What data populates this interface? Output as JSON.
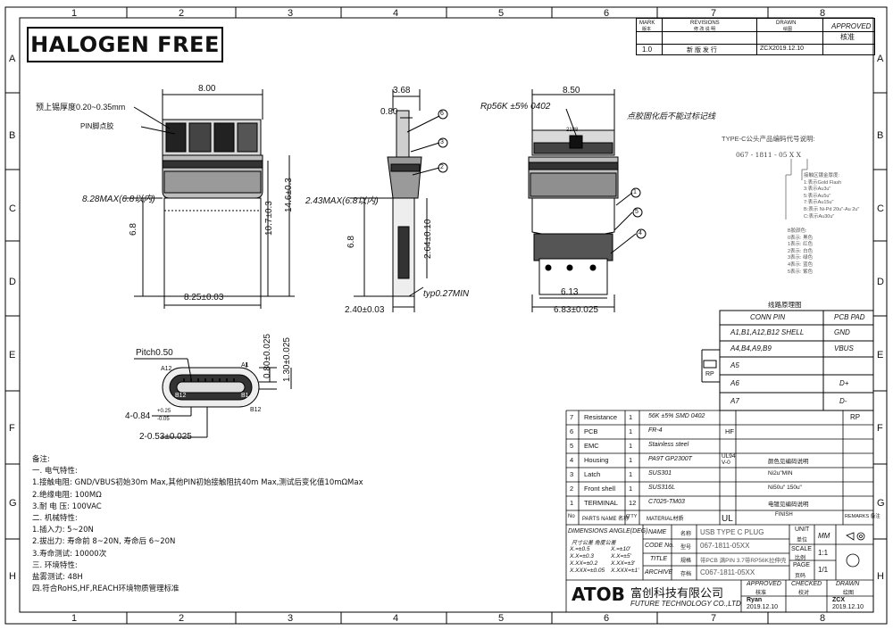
{
  "border": {
    "cols": [
      "1",
      "2",
      "3",
      "4",
      "5",
      "6",
      "7",
      "8"
    ],
    "rows": [
      "A",
      "B",
      "C",
      "D",
      "E",
      "F",
      "G",
      "H"
    ]
  },
  "banner": "HALOGEN FREE",
  "revisions": {
    "h_mark": "MARK",
    "h_mark_cn": "版本",
    "h_rev": "REVISIONS",
    "h_rev_cn": "修 改 说 明",
    "h_drawn": "DRAWN",
    "h_drawn_cn": "绘图",
    "h_approved": "APPROVED",
    "h_approved_cn": "核准",
    "mark": "1.0",
    "desc": "新 版 发 行",
    "drawn": "ZCX2019.12.10"
  },
  "front": {
    "width": "8.00",
    "label1": "预上锡厚度0.20~0.35mm",
    "label2": "PIN脚点胶",
    "h828": "8.28MAX(6.8以内)",
    "d68": "6.8",
    "d107": "10.7±0.3",
    "d146": "14.6±0.3",
    "d825": "8.25±0.03"
  },
  "side": {
    "w368": "3.68",
    "w080": "0.80",
    "h243": "2.43MAX(6.8以内)",
    "d68": "6.8",
    "d264": "2.64±0.10",
    "typ": "typ0.27MIN",
    "d240": "2.40±0.03",
    "b6": "6",
    "b3": "3",
    "b2": "2"
  },
  "back": {
    "rp": "Rp56K ±5% 0402",
    "w850": "8.50",
    "note": "点胶固化后不能过标记线",
    "code": "2188",
    "d613": "6.13",
    "d683": "6.83±0.025",
    "b1": "1",
    "b5": "5",
    "b4": "4"
  },
  "typec": {
    "title": "TYPE-C公头产品编码代号说明:",
    "code": "067 - 1811 - 05 X   X",
    "a": [
      "接触区镀金厚度:",
      "1:表示Gold Flash",
      "3:表示Au3u\"",
      "5:表示Au5u\"",
      "7:表示Au15u\"",
      "B:表示 Ni-Pd 20u\"-Au 2u\"",
      "C:表示Au30u\""
    ],
    "b": [
      "B胶颜色:",
      "0表示: 黑色",
      "1表示: 红色",
      "2表示: 白色",
      "3表示: 绿色",
      "4表示: 蓝色",
      "5表示: 紫色"
    ]
  },
  "circuit": {
    "title": "线路原理图",
    "h1": "CONN PIN",
    "h2": "PCB PAD",
    "rows": [
      {
        "pin": "A1,B1,A12,B12 SHELL",
        "pad": "GND"
      },
      {
        "pin": "A4,B4,A9,B9",
        "pad": "VBUS"
      },
      {
        "pin": "A5",
        "pad": ""
      },
      {
        "pin": "A6",
        "pad": "D+"
      },
      {
        "pin": "A7",
        "pad": "D-"
      }
    ],
    "rp": "RP"
  },
  "plug": {
    "pitch": "Pitch0.50",
    "a12": "A12",
    "a1": "A1",
    "b12": "B12",
    "b1": "B1",
    "d080": "0.80±0.025",
    "d130": "1.30±0.025",
    "d4": "4-0.84",
    "d4tol1": "+0.25",
    "d4tol2": "-0.05",
    "d2": "2-0.53±0.025"
  },
  "notes": [
    "备注:",
    "一. 电气特性:",
    "1.接触电阻: GND/VBUS初始30m  Max,其他PIN初始接触阻抗40m  Max,测试后变化值10mΩMax",
    "2.绝缘电阻: 100MΩ",
    "3.耐 电 压: 100VAC",
    "二. 机械特性:",
    "1.插入力: 5~20N",
    "2.拔出力: 寿命前 8~20N, 寿命后 6~20N",
    "3.寿命测试: 10000次",
    "三. 环境特性:",
    "   盐雾测试: 48H",
    "四.符合RoHS,HF,REACH环境物质管理标准"
  ],
  "bom": [
    {
      "no": "7",
      "name": "Resistance",
      "qty": "1",
      "mat": "56K ±5% SMD 0402",
      "x": "",
      "rem": "RP"
    },
    {
      "no": "6",
      "name": "PCB",
      "qty": "1",
      "mat": "FR-4",
      "x": "HF",
      "rem": ""
    },
    {
      "no": "5",
      "name": "EMC",
      "qty": "1",
      "mat": "Stainless steel",
      "x": "",
      "rem": ""
    },
    {
      "no": "4",
      "name": "Housing",
      "qty": "1",
      "mat": "PA9T GP2300T",
      "x": "UL94 V-0",
      "rem": "颜色见编码说明"
    },
    {
      "no": "3",
      "name": "Latch",
      "qty": "1",
      "mat": "SUS301",
      "x": "",
      "rem": "Ni2u\"MIN"
    },
    {
      "no": "2",
      "name": "Front shell",
      "qty": "1",
      "mat": "SUS316L",
      "x": "",
      "rem": "Ni50u\" 150u\""
    },
    {
      "no": "1",
      "name": "TERMINAL",
      "qty": "12",
      "mat": "C7025-TM03",
      "x": "",
      "rem": "电镀见编码说明"
    }
  ],
  "bom_head": {
    "no": "No",
    "name": "PARTS NAME 名称",
    "qty": "Q'TY",
    "mat": "MATERIAL材质",
    "ul": "UL",
    "finish": "FINISH",
    "rem": "REMARKS 备注"
  },
  "title_block": {
    "dim_h": "DIMENSIONS ANGLE(DEG)",
    "dim_h2": "尺寸公差          角度公差",
    "tol": [
      "X.=±0.5",
      "X.X=±0.3",
      "X.XX=±0.2",
      "X.XXX=±0.05"
    ],
    "ang": [
      "X.=±10'",
      "X.X=±5'",
      "X.XX=±3'",
      "X.XXX=±1'"
    ],
    "name_l": "NAME",
    "name_cn": "名称",
    "name_v": "USB TYPE C  PLUG",
    "code_l": "CODE No.",
    "code_cn": "型号",
    "code_v": "067-1811-05XX",
    "title_l": "TITLE",
    "title_cn": "规格",
    "title_v": "带PCB 满PIN 3.7带RP56K拉伸壳",
    "arch_l": "ARCHIVE",
    "arch_cn": "存档",
    "arch_v": "C067-1811-05XX",
    "unit": "UNIT",
    "unit_cn": "单位",
    "unit_v": "MM",
    "scale": "SCALE",
    "scale_cn": "比例",
    "scale_v": "1:1",
    "page": "PAGE",
    "page_cn": "页码",
    "page_v": "1/1",
    "company": "ATOB",
    "company_cn": "富创科技有限公司",
    "company_en": "FUTURE TECHNOLOGY CO.,LTD",
    "approved": "APPROVED",
    "approved_cn": "核准",
    "approved_by": "Ryan",
    "approved_date": "2019.12.10",
    "checked": "CHECKED",
    "checked_cn": "校对",
    "drawn": "DRAWN",
    "drawn_cn": "绘图",
    "drawn_by": "ZCX",
    "drawn_date": "2019.12.10"
  }
}
